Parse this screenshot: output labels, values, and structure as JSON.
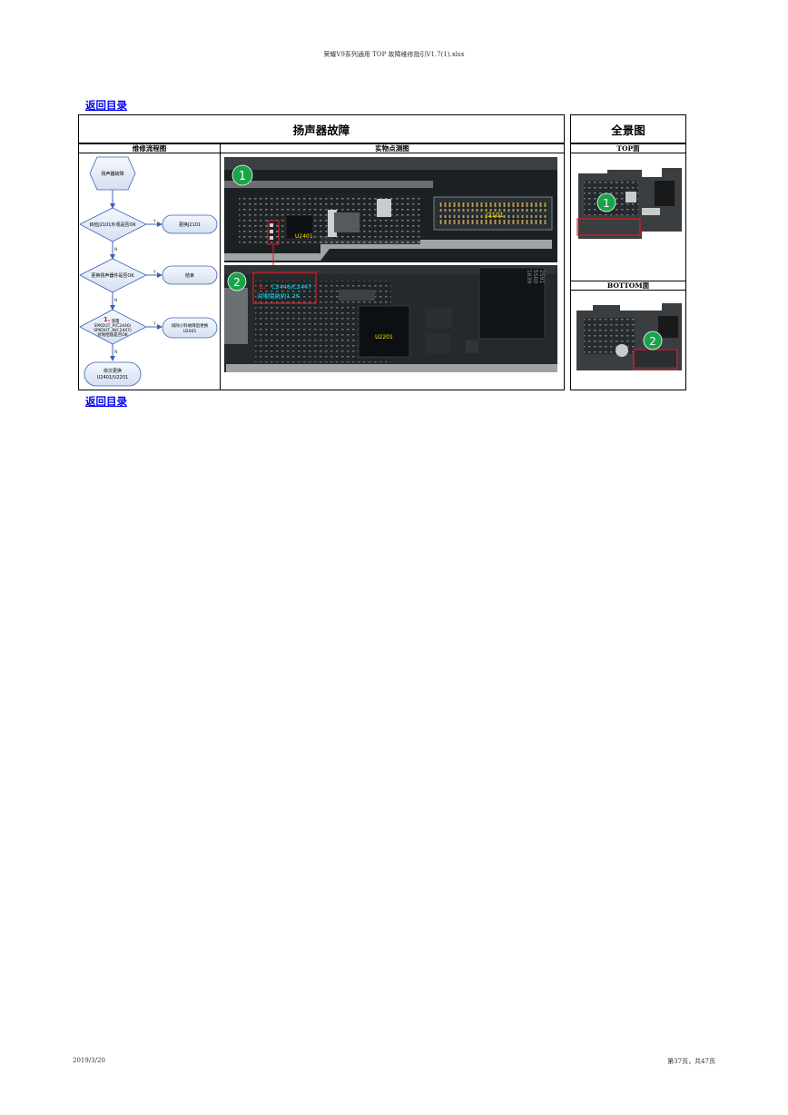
{
  "header": {
    "filename": "荣耀V9系列通用 TOP 故障维修指引V1.7(1).xlsx"
  },
  "nav": {
    "back_top": "返回目录",
    "back_bottom": "返回目录"
  },
  "table": {
    "title": "扬声器故障",
    "panorama_title": "全景图",
    "col_flow": "维修流程图",
    "col_photo": "实物点测图",
    "col_top": "TOP面",
    "col_bottom": "BOTTOM面"
  },
  "flowchart": {
    "start": "扬声器故障",
    "q1": "目检J2101外观是否OK",
    "q1_action": "更换J2101",
    "q2": "更换扬声器件是否OK",
    "q2_action": "结束",
    "q3_marker": "1.",
    "q3_line1": "测量",
    "q3_line2": "SPKOUT_P(C2446)",
    "q3_line3": "SPKOUT_N(C2447)",
    "q3_line4": "对地阻值是否OK",
    "q3_action_line1": "排除小料故障后更换",
    "q3_action_line2": "U2401",
    "end_line1": "依次更换",
    "end_line2": "U2401/U2201",
    "yes": "Y",
    "no": "N"
  },
  "photo": {
    "marker1": "1",
    "marker2": "2",
    "chip_u2401": "U2401",
    "conn_j2101": "J2101",
    "chip_u2201": "U2201",
    "callout_marker": "1.",
    "callout_line1": "C2446/C2447",
    "callout_line2": "对地阻抗约1.2K",
    "chip_code": "2591\n5500\n1639"
  },
  "panorama": {
    "marker1": "1",
    "marker2": "2"
  },
  "footer": {
    "date": "2019/3/20",
    "page": "第37页，共47页"
  },
  "colors": {
    "link": "#0000ee",
    "marker": "#1aa34a",
    "callout": "#e0191f",
    "cyan": "#00e5ff",
    "label_yellow": "#ffee00"
  }
}
